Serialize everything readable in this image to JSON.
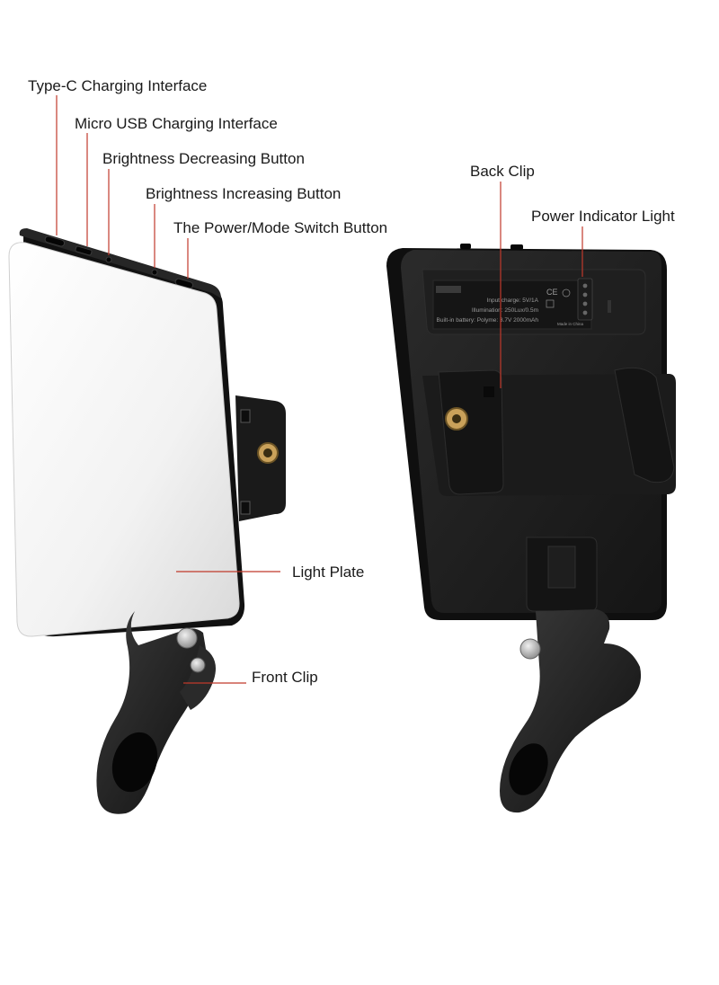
{
  "labels": {
    "type_c": "Type-C Charging Interface",
    "micro_usb": "Micro USB Charging Interface",
    "brightness_decreasing": "Brightness Decreasing Button",
    "brightness_increasing": "Brightness Increasing Button",
    "power_mode": "The Power/Mode Switch Button",
    "back_clip": "Back Clip",
    "power_indicator": "Power Indicator Light",
    "light_plate": "Light Plate",
    "front_clip": "Front Clip"
  },
  "back_panel_sticker": {
    "input_charge": "Input charge: 5V/1A",
    "illumination": "Illumination: 250Lux/0.5m",
    "battery": "Built-in battery: Polyme: 3.7V 2000mAh",
    "made_in": "Made in China"
  },
  "colors": {
    "leader_line": "#c0392b",
    "device_body": "#1c1c1c",
    "light_plate": "#f4f4f4"
  }
}
